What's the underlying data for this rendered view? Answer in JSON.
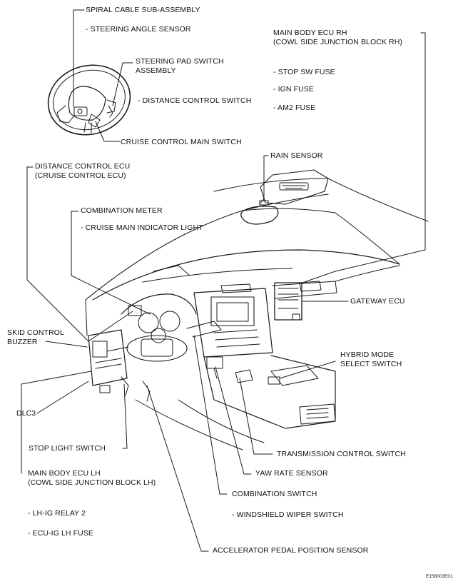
{
  "labels": {
    "spiral_cable": "SPIRAL CABLE SUB-ASSEMBLY",
    "steering_angle_sensor": "- STEERING ANGLE SENSOR",
    "steering_pad_switch_1": "STEERING PAD SWITCH",
    "steering_pad_switch_2": "ASSEMBLY",
    "distance_control_switch": "- DISTANCE CONTROL SWITCH",
    "cruise_control_main_switch": "CRUISE CONTROL MAIN SWITCH",
    "main_body_ecu_rh_1": "MAIN BODY ECU RH",
    "main_body_ecu_rh_2": "(COWL SIDE JUNCTION BLOCK RH)",
    "stop_sw_fuse": "- STOP SW FUSE",
    "ign_fuse": "- IGN FUSE",
    "am2_fuse": "- AM2 FUSE",
    "rain_sensor": "RAIN SENSOR",
    "distance_control_ecu_1": "DISTANCE CONTROL ECU",
    "distance_control_ecu_2": "(CRUISE CONTROL ECU)",
    "combination_meter": "COMBINATION METER",
    "cruise_main_indicator": "- CRUISE MAIN INDICATOR LIGHT",
    "gateway_ecu": "GATEWAY ECU",
    "skid_control_buzzer_1": "SKID CONTROL",
    "skid_control_buzzer_2": "BUZZER",
    "hybrid_mode_switch_1": "HYBRID MODE",
    "hybrid_mode_switch_2": "SELECT SWITCH",
    "dlc3": "DLC3",
    "stop_light_switch": "STOP LIGHT SWITCH",
    "transmission_control_switch": "TRANSMISSION CONTROL SWITCH",
    "yaw_rate_sensor": "YAW RATE SENSOR",
    "main_body_ecu_lh_1": "MAIN BODY ECU LH",
    "main_body_ecu_lh_2": "(COWL SIDE JUNCTION BLOCK LH)",
    "combination_switch": "COMBINATION SWITCH",
    "lh_ig_relay": "- LH-IG RELAY 2",
    "windshield_wiper_switch": "- WINDSHIELD WIPER SWITCH",
    "ecu_ig_lh_fuse": "- ECU-IG LH FUSE",
    "accelerator_pedal_sensor": "ACCELERATOR PEDAL POSITION SENSOR",
    "figure_code": "E158003E01"
  },
  "colors": {
    "line": "#1a1a1a",
    "background": "#ffffff"
  }
}
